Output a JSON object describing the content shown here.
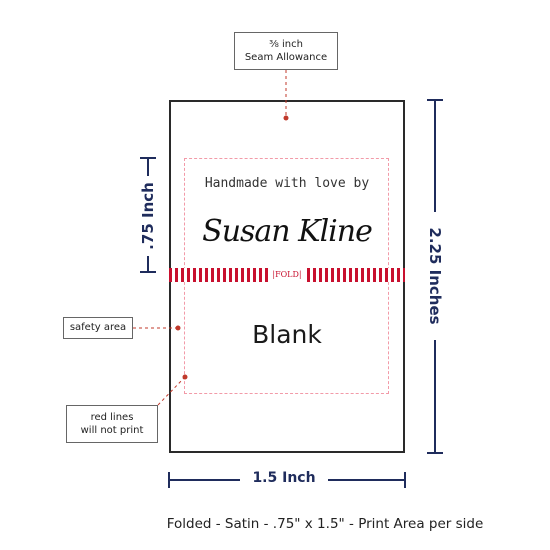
{
  "callouts": {
    "seam": {
      "line1": "⅜ inch",
      "line2": "Seam Allowance"
    },
    "safety": "safety area",
    "redlines": {
      "line1": "red lines",
      "line2": "will not print"
    }
  },
  "label": {
    "handmade_text": "Handmade with love by",
    "signature": "Susan Kline",
    "fold_text": "|FOLD|",
    "blank_text": "Blank"
  },
  "dimensions": {
    "height_half": ".75 Inch",
    "height_total": "2.25 Inches",
    "width": "1.5 Inch"
  },
  "caption": "Folded - Satin - .75\" x 1.5\" - Print Area per side",
  "colors": {
    "dimension": "#1f2c5c",
    "fold_red": "#c8102e",
    "guide_pink": "#f29aa8",
    "leader_red": "#c0392b"
  }
}
